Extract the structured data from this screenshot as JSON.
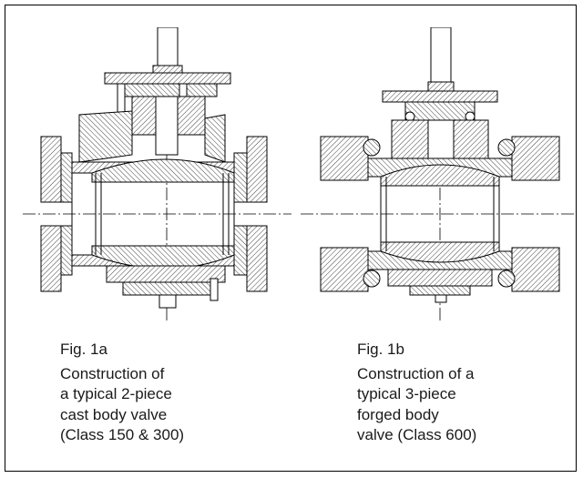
{
  "figures": [
    {
      "label": "Fig. 1a",
      "caption_lines": [
        "Construction of",
        "a typical 2-piece",
        "cast body valve",
        "(Class 150 & 300)"
      ],
      "drawing_icon": "two-piece-cast-ball-valve-section"
    },
    {
      "label": "Fig. 1b",
      "caption_lines": [
        "Construction of a",
        "typical 3-piece",
        "forged body",
        "valve (Class 600)"
      ],
      "drawing_icon": "three-piece-forged-ball-valve-section"
    }
  ],
  "colors": {
    "line": "#000000",
    "hatch": "#444444",
    "frame": "#000000",
    "background": "#ffffff"
  }
}
